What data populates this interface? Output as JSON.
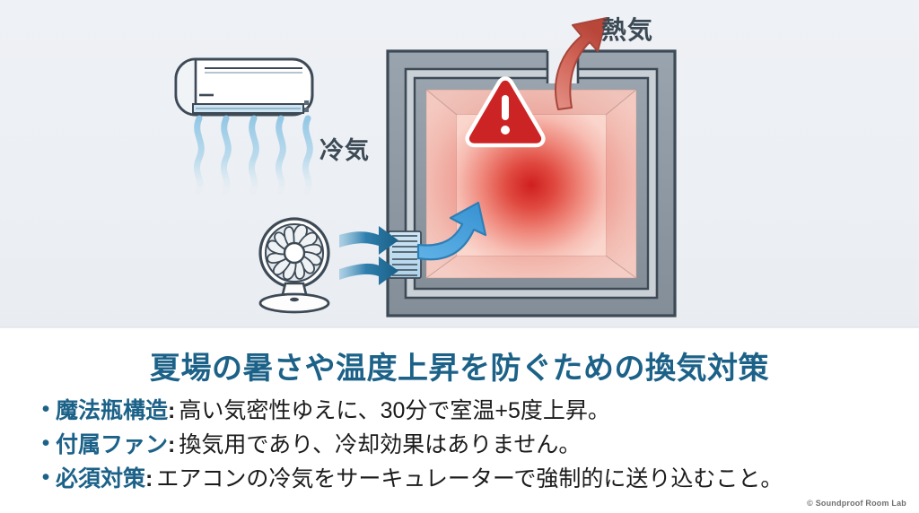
{
  "illustration": {
    "labels": {
      "cool_air": "冷気",
      "hot_air": "熱気"
    },
    "icons": {
      "air_conditioner": "air-conditioner-icon",
      "circulator_fan": "circulator-fan-icon",
      "warning": "warning-triangle-icon",
      "wall_vent": "wall-vent-grille-icon",
      "cool_air_stream": "cool-air-stream-icon",
      "intake_arrow": "blue-intake-arrow-icon",
      "exhaust_arrow": "red-exhaust-arrow-icon",
      "fan_flow_arrows": "fan-flow-arrows-icon"
    },
    "colors": {
      "panel_background": "#eceff3",
      "room_wall": "#8f99a3",
      "room_wall_outline": "#3d4a56",
      "heat_core": "#d62222",
      "heat_edge": "#f6cdc6",
      "cool_arrow": "#4aa3dd",
      "fan_arrow": "#1f6f9e",
      "hot_arrow": "#c8503f",
      "warning_red": "#cc2222",
      "vent_blue": "#bddcef",
      "device_outline": "#3d4a56"
    }
  },
  "content": {
    "headline": "夏場の暑さや温度上昇を防ぐための換気対策",
    "accent_color": "#1c6288",
    "body_color": "#1b1b1b",
    "bullets": [
      {
        "marker": "•",
        "keyword": "魔法瓶構造",
        "separator": ":",
        "text": "高い気密性ゆえに、30分で室温+5度上昇。"
      },
      {
        "marker": "•",
        "keyword": "付属ファン",
        "separator": ":",
        "text": "換気用であり、冷却効果はありません。"
      },
      {
        "marker": "•",
        "keyword": "必須対策",
        "separator": ":",
        "text": "エアコンの冷気をサーキュレーターで強制的に送り込むこと。"
      }
    ]
  },
  "footer": {
    "watermark": "© Soundproof Room Lab"
  }
}
